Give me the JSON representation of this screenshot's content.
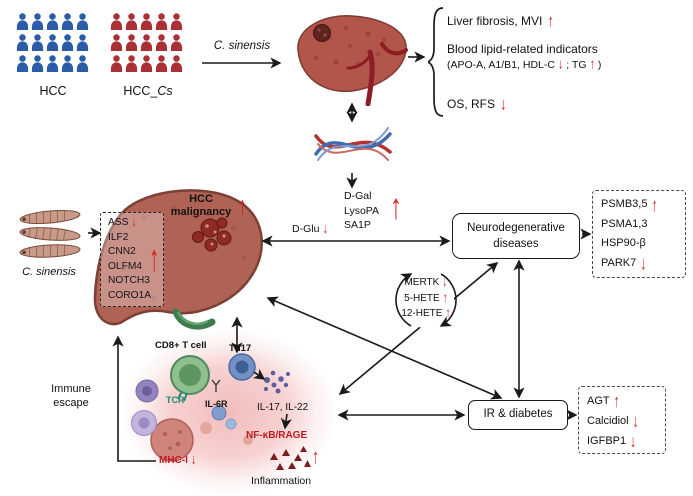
{
  "people": {
    "hcc_label": "HCC",
    "hcc_cs_prefix": "HCC_",
    "hcc_cs_italic": "Cs"
  },
  "top": {
    "c_sinensis_label": "C. sinensis",
    "outcome1": {
      "text": "Liver fibrosis, MVI",
      "arrow": "↑"
    },
    "outcome2_title": "Blood lipid-related indicators",
    "outcome2_detail": {
      "p1": "(APO-A, A1/B1, HDL-C ",
      "a1": "↓",
      "p2": " ;  TG ",
      "a2": "↑",
      "p3": " )"
    },
    "outcome3": {
      "text": "OS, RFS",
      "arrow": "↓"
    }
  },
  "liver": {
    "malignancy": {
      "text": "HCC malignancy",
      "arrow": "↑"
    },
    "genes": {
      "g1": {
        "text": "ASS",
        "arrow": "↓"
      },
      "list": [
        "ILF2",
        "CNN2",
        "OLFM4",
        "NOTCH3",
        "CORO1A"
      ],
      "list_arrow": "↑"
    },
    "parasite_label": "C. sinensis"
  },
  "metabolites": {
    "d_glu": {
      "text": "D-Glu",
      "arrow": "↓"
    },
    "stack": [
      "D-Gal",
      "LysoPA",
      "SA1P"
    ],
    "stack_arrow": "↑"
  },
  "neuro": {
    "box_line1": "Neurodegenerative",
    "box_line2": "diseases",
    "proteins": [
      {
        "text": "PSMB3,5",
        "arrow": "↑"
      },
      {
        "text": "PSMA1,3",
        "arrow": ""
      },
      {
        "text": "HSP90-β",
        "arrow": ""
      },
      {
        "text": "PARK7",
        "arrow": "↓"
      }
    ]
  },
  "cycle": {
    "items": [
      {
        "text": "MERTK",
        "arrow": "↓"
      },
      {
        "text": "5-HETE",
        "arrow": "↑"
      },
      {
        "text": "12-HETE",
        "arrow": "↑"
      }
    ]
  },
  "immune": {
    "escape_line1": "Immune",
    "escape_line2": "escape",
    "cd8_label": "CD8+ T cell",
    "tcr_label": "TCR",
    "th17_label": "Th17",
    "il6r_label": "IL-6R",
    "il_label": "IL-17, IL-22",
    "nfkb_label": "NF-κB/RAGE",
    "inflammation": {
      "text": "Inflammation",
      "arrow": "↑"
    },
    "mhc": {
      "text": "MHC-I",
      "arrow": "↓"
    }
  },
  "ir": {
    "box_label": "IR & diabetes",
    "proteins": [
      {
        "text": "AGT",
        "arrow": "↑"
      },
      {
        "text": "Calcidiol",
        "arrow": "↓"
      },
      {
        "text": "IGFBP1",
        "arrow": "↓"
      }
    ]
  }
}
